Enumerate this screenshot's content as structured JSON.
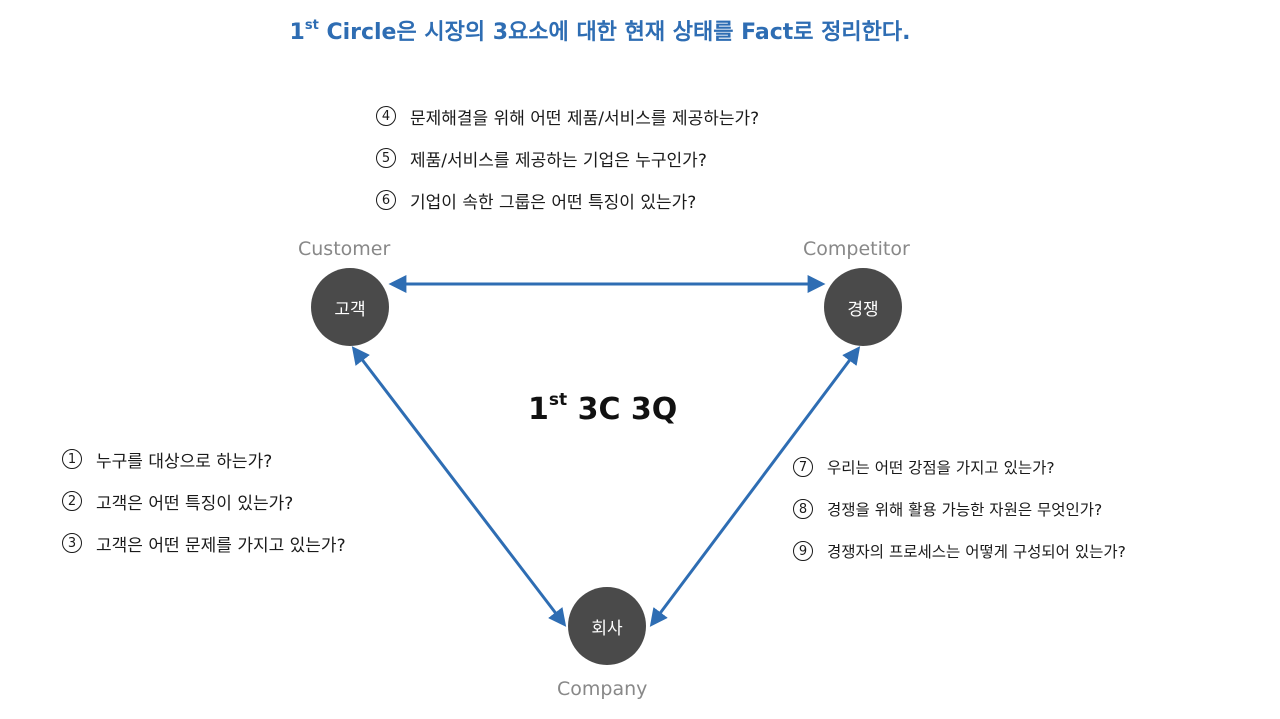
{
  "title": {
    "num": "1",
    "sup": "st",
    "rest": " Circle은 시장의 3요소에 대한 현재 상태를 Fact로 정리한다."
  },
  "top_questions": [
    {
      "num": "4",
      "text": "문제해결을 위해 어떤 제품/서비스를 제공하는가?"
    },
    {
      "num": "5",
      "text": "제품/서비스를 제공하는 기업은 누구인가?"
    },
    {
      "num": "6",
      "text": "기업이 속한 그룹은 어떤 특징이 있는가?"
    }
  ],
  "left_questions": [
    {
      "num": "1",
      "text": "누구를 대상으로 하는가?"
    },
    {
      "num": "2",
      "text": "고객은 어떤 특징이 있는가?"
    },
    {
      "num": "3",
      "text": "고객은 어떤 문제를 가지고 있는가?"
    }
  ],
  "right_questions": [
    {
      "num": "7",
      "text": "우리는 어떤 강점을 가지고 있는가?"
    },
    {
      "num": "8",
      "text": "경쟁을 위해 활용 가능한 자원은 무엇인가?"
    },
    {
      "num": "9",
      "text": "경쟁자의 프로세스는 어떻게 구성되어 있는가?"
    }
  ],
  "nodes": {
    "customer": {
      "label": "고객",
      "en": "Customer"
    },
    "competitor": {
      "label": "경쟁",
      "en": "Competitor"
    },
    "company": {
      "label": "회사",
      "en": "Company"
    }
  },
  "center": {
    "num": "1",
    "sup": "st",
    "rest": " 3C 3Q"
  },
  "colors": {
    "title": "#2e6db3",
    "arrow": "#2e6db3",
    "node": "#4a4a4a",
    "label": "#888888"
  }
}
